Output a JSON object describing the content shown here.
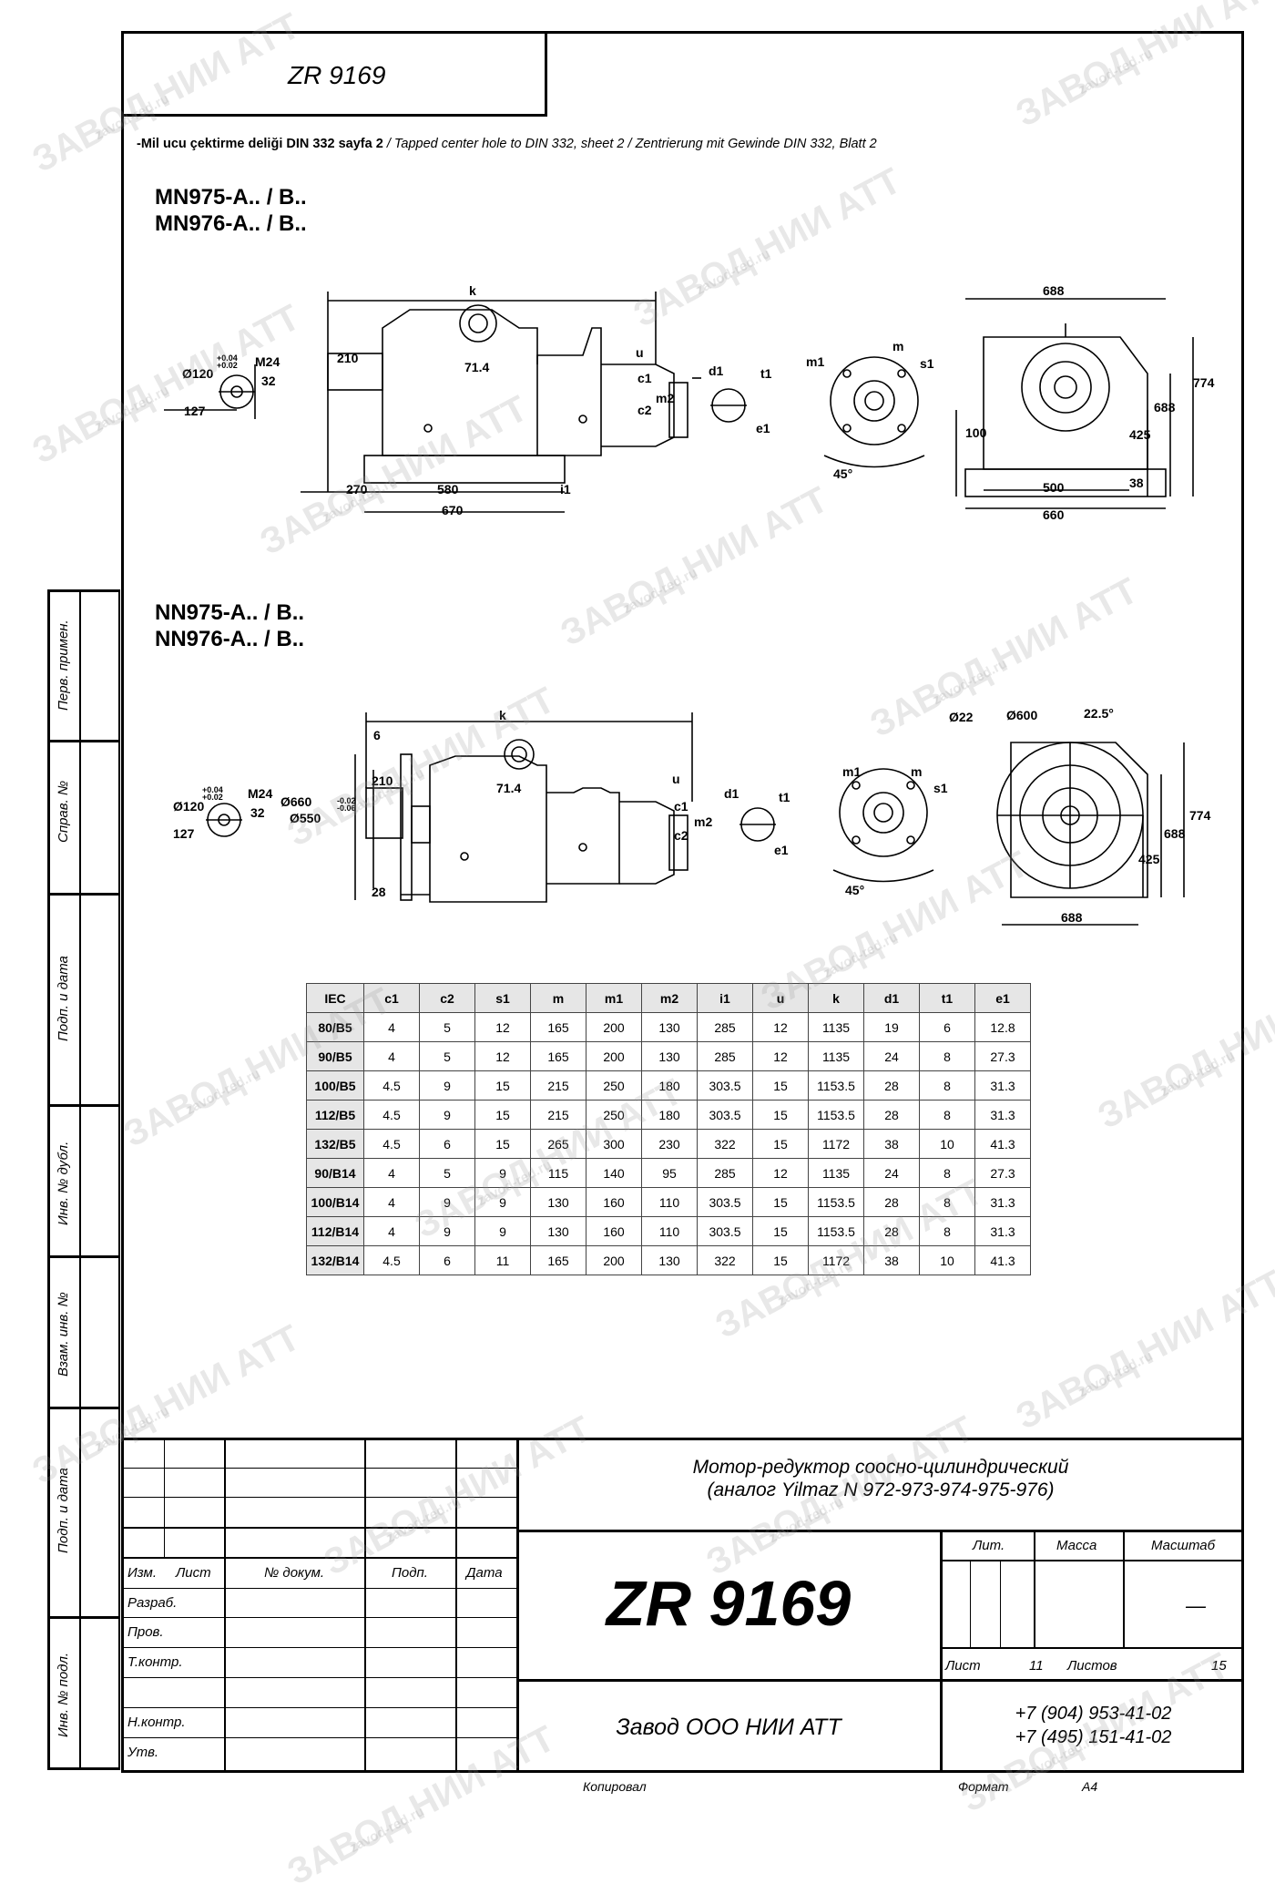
{
  "drawing_code": "ZR 9169",
  "note": {
    "tr": "-Mil ucu çektirme deliği DIN 332 sayfa 2",
    "en": "Tapped center hole to DIN 332, sheet 2",
    "de": "Zentrierung mit Gewinde DIN 332, Blatt 2",
    "sep": "/"
  },
  "section1": {
    "models": [
      "MN975-A.. / B..",
      "MN976-A.. / B.."
    ],
    "dims": {
      "d120": "Ø120",
      "tol_up": "+0.04",
      "tol_dn": "+0.02",
      "m24": "M24",
      "v32": "32",
      "v127": "127",
      "k": "k",
      "v210": "210",
      "v71_4": "71.4",
      "u": "u",
      "c1": "c1",
      "m2": "m2",
      "c2": "c2",
      "v270": "270",
      "v580": "580",
      "i1": "i1",
      "v670": "670",
      "d1": "d1",
      "t1": "t1",
      "e1": "e1",
      "m1": "m1",
      "m": "m",
      "s1": "s1",
      "a45": "45°",
      "v688": "688",
      "v774": "774",
      "v688b": "688",
      "v425": "425",
      "v100": "100",
      "v500": "500",
      "v38": "38",
      "v660": "660"
    }
  },
  "section2": {
    "models": [
      "NN975-A.. / B..",
      "NN976-A.. / B.."
    ],
    "dims": {
      "d120": "Ø120",
      "tol_up": "+0.04",
      "tol_dn": "+0.02",
      "m24": "M24",
      "v32": "32",
      "v127": "127",
      "v6": "6",
      "k": "k",
      "d660": "Ø660",
      "d550": "Ø550",
      "tol2_up": "-0.02",
      "tol2_dn": "-0.06",
      "v210": "210",
      "v71_4": "71.4",
      "u": "u",
      "c1": "c1",
      "m2": "m2",
      "c2": "c2",
      "v28": "28",
      "d1": "d1",
      "t1": "t1",
      "e1": "e1",
      "m1": "m1",
      "m": "m",
      "s1": "s1",
      "a45": "45°",
      "d22": "Ø22",
      "d600": "Ø600",
      "a22_5": "22.5°",
      "v774": "774",
      "v688": "688",
      "v425": "425",
      "v688b": "688"
    }
  },
  "table": {
    "headers": [
      "IEC",
      "c1",
      "c2",
      "s1",
      "m",
      "m1",
      "m2",
      "i1",
      "u",
      "k",
      "d1",
      "t1",
      "e1"
    ],
    "rows": [
      [
        "80/B5",
        "4",
        "5",
        "12",
        "165",
        "200",
        "130",
        "285",
        "12",
        "1135",
        "19",
        "6",
        "12.8"
      ],
      [
        "90/B5",
        "4",
        "5",
        "12",
        "165",
        "200",
        "130",
        "285",
        "12",
        "1135",
        "24",
        "8",
        "27.3"
      ],
      [
        "100/B5",
        "4.5",
        "9",
        "15",
        "215",
        "250",
        "180",
        "303.5",
        "15",
        "1153.5",
        "28",
        "8",
        "31.3"
      ],
      [
        "112/B5",
        "4.5",
        "9",
        "15",
        "215",
        "250",
        "180",
        "303.5",
        "15",
        "1153.5",
        "28",
        "8",
        "31.3"
      ],
      [
        "132/B5",
        "4.5",
        "6",
        "15",
        "265",
        "300",
        "230",
        "322",
        "15",
        "1172",
        "38",
        "10",
        "41.3"
      ],
      [
        "90/B14",
        "4",
        "5",
        "9",
        "115",
        "140",
        "95",
        "285",
        "12",
        "1135",
        "24",
        "8",
        "27.3"
      ],
      [
        "100/B14",
        "4",
        "9",
        "9",
        "130",
        "160",
        "110",
        "303.5",
        "15",
        "1153.5",
        "28",
        "8",
        "31.3"
      ],
      [
        "112/B14",
        "4",
        "9",
        "9",
        "130",
        "160",
        "110",
        "303.5",
        "15",
        "1153.5",
        "28",
        "8",
        "31.3"
      ],
      [
        "132/B14",
        "4.5",
        "6",
        "11",
        "165",
        "200",
        "130",
        "322",
        "15",
        "1172",
        "38",
        "10",
        "41.3"
      ]
    ]
  },
  "side_labels": [
    "Перв. примен.",
    "Справ. №",
    "Подп. и дата",
    "Инв. № дубл.",
    "Взам. инв. №",
    "Подп. и дата",
    "Инв. № подл."
  ],
  "title_block": {
    "title_line1": "Мотор-редуктор соосно-цилиндрический",
    "title_line2": "(аналог Yilmaz N 972-973-974-975-976)",
    "code": "ZR 9169",
    "col_izm": "Изм.",
    "col_list": "Лист",
    "col_doc": "№ докум.",
    "col_podp": "Подп.",
    "col_data": "Дата",
    "razrab": "Разраб.",
    "prov": "Пров.",
    "tkontr": "Т.контр.",
    "nkontr": "Н.контр.",
    "utv": "Утв.",
    "lit": "Лит.",
    "massa": "Масса",
    "masshtab": "Масштаб",
    "scale_value": "—",
    "list_label": "Лист",
    "list_value": "11",
    "listov_label": "Листов",
    "listov_value": "15",
    "company": "Завод ООО НИИ АТТ",
    "phone1": "+7 (904) 953-41-02",
    "phone2": "+7 (495) 151-41-02"
  },
  "footer": {
    "kopiroval": "Копировал",
    "format_label": "Формат",
    "format_value": "А4"
  },
  "watermark": {
    "big": "ЗАВОД НИИ АТТ",
    "small": "zavod-red.ru"
  }
}
